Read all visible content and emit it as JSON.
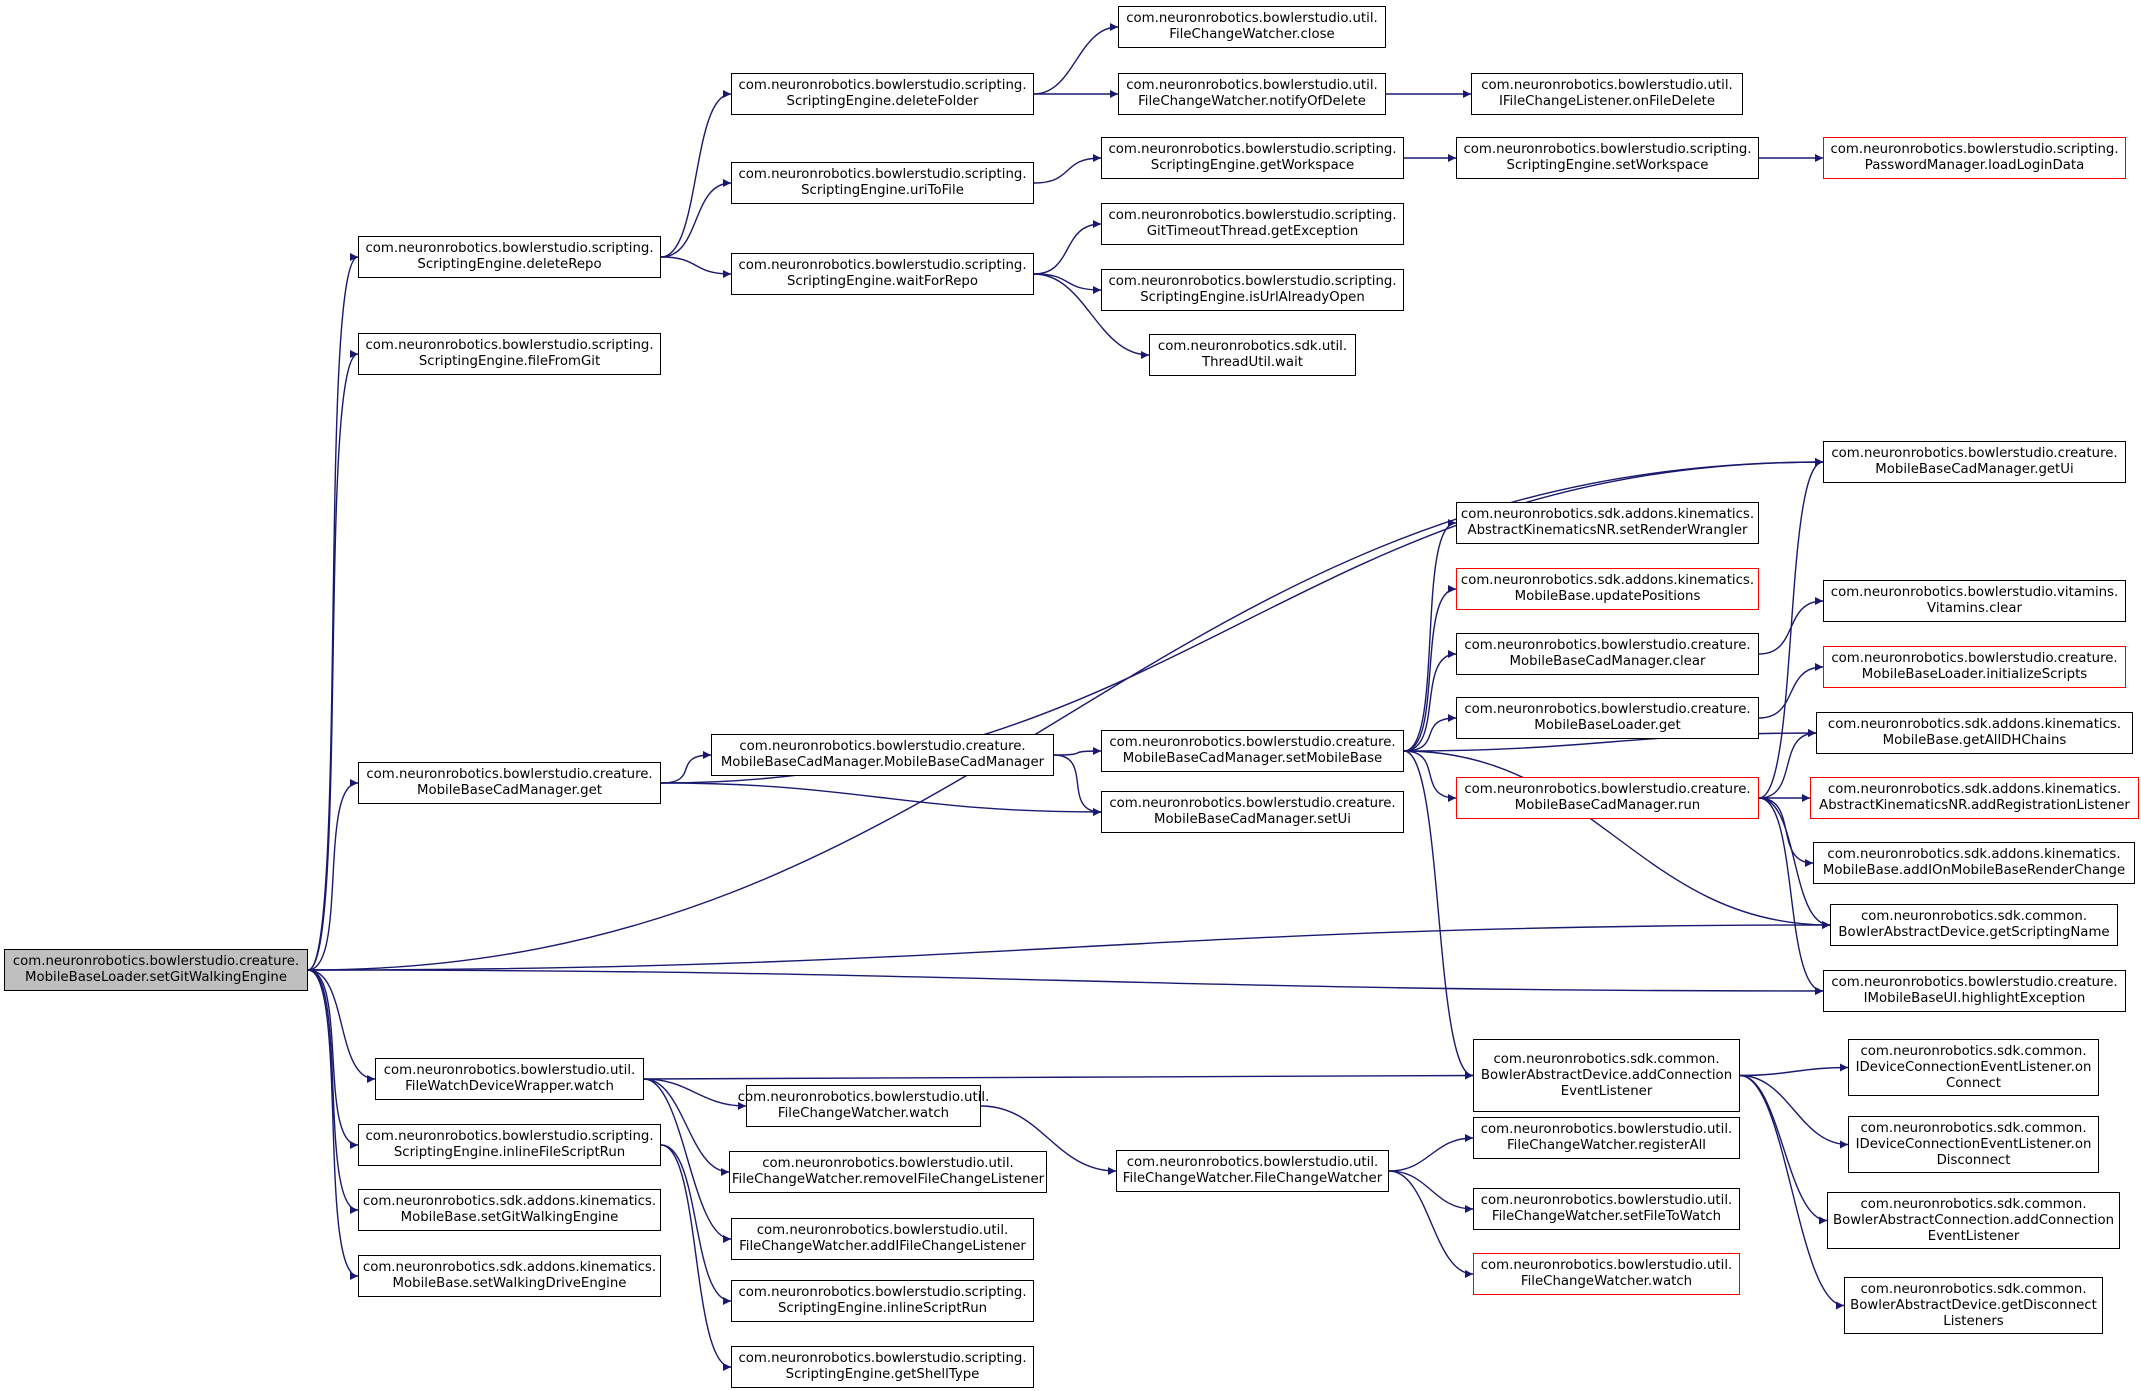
{
  "colors": {
    "edge": "#191970",
    "border": "#000000",
    "truncated_border": "#ff0000",
    "root_fill": "#bfbfbf"
  },
  "nodes": [
    {
      "id": "root",
      "lines": [
        "com.neuronrobotics.bowlerstudio.creature.",
        "MobileBaseLoader.setGitWalkingEngine"
      ],
      "style": "root"
    },
    {
      "id": "deleteRepo",
      "lines": [
        "com.neuronrobotics.bowlerstudio.scripting.",
        "ScriptingEngine.deleteRepo"
      ]
    },
    {
      "id": "fileFromGit",
      "lines": [
        "com.neuronrobotics.bowlerstudio.scripting.",
        "ScriptingEngine.fileFromGit"
      ]
    },
    {
      "id": "cadGet",
      "lines": [
        "com.neuronrobotics.bowlerstudio.creature.",
        "MobileBaseCadManager.get"
      ]
    },
    {
      "id": "fwdWatch",
      "lines": [
        "com.neuronrobotics.bowlerstudio.util.",
        "FileWatchDeviceWrapper.watch"
      ]
    },
    {
      "id": "inlineFile",
      "lines": [
        "com.neuronrobotics.bowlerstudio.scripting.",
        "ScriptingEngine.inlineFileScriptRun"
      ]
    },
    {
      "id": "mbSetGit",
      "lines": [
        "com.neuronrobotics.sdk.addons.kinematics.",
        "MobileBase.setGitWalkingEngine"
      ]
    },
    {
      "id": "mbSetDrive",
      "lines": [
        "com.neuronrobotics.sdk.addons.kinematics.",
        "MobileBase.setWalkingDriveEngine"
      ]
    },
    {
      "id": "deleteFolder",
      "lines": [
        "com.neuronrobotics.bowlerstudio.scripting.",
        "ScriptingEngine.deleteFolder"
      ]
    },
    {
      "id": "uriToFile",
      "lines": [
        "com.neuronrobotics.bowlerstudio.scripting.",
        "ScriptingEngine.uriToFile"
      ]
    },
    {
      "id": "waitForRepo",
      "lines": [
        "com.neuronrobotics.bowlerstudio.scripting.",
        "ScriptingEngine.waitForRepo"
      ]
    },
    {
      "id": "cadCtor",
      "lines": [
        "com.neuronrobotics.bowlerstudio.creature.",
        "MobileBaseCadManager.MobileBaseCadManager"
      ]
    },
    {
      "id": "fcwWatch1",
      "lines": [
        "com.neuronrobotics.bowlerstudio.util.",
        "FileChangeWatcher.watch"
      ]
    },
    {
      "id": "fcwRemove",
      "lines": [
        "com.neuronrobotics.bowlerstudio.util.",
        "FileChangeWatcher.removeIFileChangeListener"
      ]
    },
    {
      "id": "fcwAdd",
      "lines": [
        "com.neuronrobotics.bowlerstudio.util.",
        "FileChangeWatcher.addIFileChangeListener"
      ]
    },
    {
      "id": "inlineScript",
      "lines": [
        "com.neuronrobotics.bowlerstudio.scripting.",
        "ScriptingEngine.inlineScriptRun"
      ]
    },
    {
      "id": "getShellType",
      "lines": [
        "com.neuronrobotics.bowlerstudio.scripting.",
        "ScriptingEngine.getShellType"
      ]
    },
    {
      "id": "fcwClose",
      "lines": [
        "com.neuronrobotics.bowlerstudio.util.",
        "FileChangeWatcher.close"
      ]
    },
    {
      "id": "fcwNotify",
      "lines": [
        "com.neuronrobotics.bowlerstudio.util.",
        "FileChangeWatcher.notifyOfDelete"
      ]
    },
    {
      "id": "getWorkspace",
      "lines": [
        "com.neuronrobotics.bowlerstudio.scripting.",
        "ScriptingEngine.getWorkspace"
      ]
    },
    {
      "id": "gitTimeout",
      "lines": [
        "com.neuronrobotics.bowlerstudio.scripting.",
        "GitTimeoutThread.getException"
      ]
    },
    {
      "id": "isUrlOpen",
      "lines": [
        "com.neuronrobotics.bowlerstudio.scripting.",
        "ScriptingEngine.isUrlAlreadyOpen"
      ]
    },
    {
      "id": "threadWait",
      "lines": [
        "com.neuronrobotics.sdk.util.",
        "ThreadUtil.wait"
      ]
    },
    {
      "id": "setMobileBase",
      "lines": [
        "com.neuronrobotics.bowlerstudio.creature.",
        "MobileBaseCadManager.setMobileBase"
      ]
    },
    {
      "id": "setUi",
      "lines": [
        "com.neuronrobotics.bowlerstudio.creature.",
        "MobileBaseCadManager.setUi"
      ]
    },
    {
      "id": "fcwCtor",
      "lines": [
        "com.neuronrobotics.bowlerstudio.util.",
        "FileChangeWatcher.FileChangeWatcher"
      ]
    },
    {
      "id": "onFileDelete",
      "lines": [
        "com.neuronrobotics.bowlerstudio.util.",
        "IFileChangeListener.onFileDelete"
      ]
    },
    {
      "id": "setWorkspace",
      "lines": [
        "com.neuronrobotics.bowlerstudio.scripting.",
        "ScriptingEngine.setWorkspace"
      ]
    },
    {
      "id": "setRender",
      "lines": [
        "com.neuronrobotics.sdk.addons.kinematics.",
        "AbstractKinematicsNR.setRenderWrangler"
      ]
    },
    {
      "id": "updatePositions",
      "lines": [
        "com.neuronrobotics.sdk.addons.kinematics.",
        "MobileBase.updatePositions"
      ],
      "style": "red"
    },
    {
      "id": "cadClear",
      "lines": [
        "com.neuronrobotics.bowlerstudio.creature.",
        "MobileBaseCadManager.clear"
      ]
    },
    {
      "id": "loaderGet",
      "lines": [
        "com.neuronrobotics.bowlerstudio.creature.",
        "MobileBaseLoader.get"
      ]
    },
    {
      "id": "cadRun",
      "lines": [
        "com.neuronrobotics.bowlerstudio.creature.",
        "MobileBaseCadManager.run"
      ],
      "style": "red"
    },
    {
      "id": "addConn",
      "lines": [
        "com.neuronrobotics.sdk.common.",
        "BowlerAbstractDevice.addConnection",
        "EventListener"
      ]
    },
    {
      "id": "registerAll",
      "lines": [
        "com.neuronrobotics.bowlerstudio.util.",
        "FileChangeWatcher.registerAll"
      ]
    },
    {
      "id": "setFileToWatch",
      "lines": [
        "com.neuronrobotics.bowlerstudio.util.",
        "FileChangeWatcher.setFileToWatch"
      ]
    },
    {
      "id": "fcwWatch2",
      "lines": [
        "com.neuronrobotics.bowlerstudio.util.",
        "FileChangeWatcher.watch"
      ],
      "style": "red"
    },
    {
      "id": "loadLogin",
      "lines": [
        "com.neuronrobotics.bowlerstudio.scripting.",
        "PasswordManager.loadLoginData"
      ],
      "style": "red"
    },
    {
      "id": "getUi",
      "lines": [
        "com.neuronrobotics.bowlerstudio.creature.",
        "MobileBaseCadManager.getUi"
      ]
    },
    {
      "id": "vitaminsClear",
      "lines": [
        "com.neuronrobotics.bowlerstudio.vitamins.",
        "Vitamins.clear"
      ]
    },
    {
      "id": "initScripts",
      "lines": [
        "com.neuronrobotics.bowlerstudio.creature.",
        "MobileBaseLoader.initializeScripts"
      ],
      "style": "red"
    },
    {
      "id": "getAllDH",
      "lines": [
        "com.neuronrobotics.sdk.addons.kinematics.",
        "MobileBase.getAllDHChains"
      ]
    },
    {
      "id": "addRegListener",
      "lines": [
        "com.neuronrobotics.sdk.addons.kinematics.",
        "AbstractKinematicsNR.addRegistrationListener"
      ],
      "style": "red"
    },
    {
      "id": "addOnRender",
      "lines": [
        "com.neuronrobotics.sdk.addons.kinematics.",
        "MobileBase.addIOnMobileBaseRenderChange"
      ]
    },
    {
      "id": "getScriptingName",
      "lines": [
        "com.neuronrobotics.sdk.common.",
        "BowlerAbstractDevice.getScriptingName"
      ]
    },
    {
      "id": "highlightEx",
      "lines": [
        "com.neuronrobotics.bowlerstudio.creature.",
        "IMobileBaseUI.highlightException"
      ]
    },
    {
      "id": "onConnect",
      "lines": [
        "com.neuronrobotics.sdk.common.",
        "IDeviceConnectionEventListener.on",
        "Connect"
      ]
    },
    {
      "id": "onDisconnect",
      "lines": [
        "com.neuronrobotics.sdk.common.",
        "IDeviceConnectionEventListener.on",
        "Disconnect"
      ]
    },
    {
      "id": "connAddListener",
      "lines": [
        "com.neuronrobotics.sdk.common.",
        "BowlerAbstractConnection.addConnection",
        "EventListener"
      ]
    },
    {
      "id": "getDisconnect",
      "lines": [
        "com.neuronrobotics.sdk.common.",
        "BowlerAbstractDevice.getDisconnect",
        "Listeners"
      ]
    }
  ],
  "edges": [
    [
      "root",
      "deleteRepo"
    ],
    [
      "root",
      "fileFromGit"
    ],
    [
      "root",
      "getUi"
    ],
    [
      "root",
      "cadGet"
    ],
    [
      "root",
      "getScriptingName"
    ],
    [
      "root",
      "highlightEx"
    ],
    [
      "root",
      "fwdWatch"
    ],
    [
      "root",
      "inlineFile"
    ],
    [
      "root",
      "mbSetGit"
    ],
    [
      "root",
      "mbSetDrive"
    ],
    [
      "deleteRepo",
      "deleteFolder"
    ],
    [
      "deleteRepo",
      "uriToFile"
    ],
    [
      "deleteRepo",
      "waitForRepo"
    ],
    [
      "deleteFolder",
      "fcwClose"
    ],
    [
      "deleteFolder",
      "fcwNotify"
    ],
    [
      "fcwNotify",
      "onFileDelete"
    ],
    [
      "uriToFile",
      "getWorkspace"
    ],
    [
      "getWorkspace",
      "setWorkspace"
    ],
    [
      "setWorkspace",
      "loadLogin"
    ],
    [
      "waitForRepo",
      "gitTimeout"
    ],
    [
      "waitForRepo",
      "isUrlOpen"
    ],
    [
      "waitForRepo",
      "threadWait"
    ],
    [
      "cadGet",
      "getUi"
    ],
    [
      "cadGet",
      "cadCtor"
    ],
    [
      "cadGet",
      "setUi"
    ],
    [
      "cadCtor",
      "setMobileBase"
    ],
    [
      "cadCtor",
      "setUi"
    ],
    [
      "setMobileBase",
      "setRender"
    ],
    [
      "setMobileBase",
      "updatePositions"
    ],
    [
      "setMobileBase",
      "cadClear"
    ],
    [
      "setMobileBase",
      "loaderGet"
    ],
    [
      "setMobileBase",
      "getAllDH"
    ],
    [
      "setMobileBase",
      "cadRun"
    ],
    [
      "setMobileBase",
      "getScriptingName"
    ],
    [
      "setMobileBase",
      "addConn"
    ],
    [
      "cadClear",
      "vitaminsClear"
    ],
    [
      "loaderGet",
      "initScripts"
    ],
    [
      "cadRun",
      "getUi"
    ],
    [
      "cadRun",
      "getAllDH"
    ],
    [
      "cadRun",
      "addRegListener"
    ],
    [
      "cadRun",
      "addOnRender"
    ],
    [
      "cadRun",
      "getScriptingName"
    ],
    [
      "cadRun",
      "highlightEx"
    ],
    [
      "fwdWatch",
      "addConn"
    ],
    [
      "fwdWatch",
      "fcwWatch1"
    ],
    [
      "fwdWatch",
      "fcwRemove"
    ],
    [
      "fwdWatch",
      "fcwAdd"
    ],
    [
      "fcwWatch1",
      "fcwCtor"
    ],
    [
      "fcwCtor",
      "registerAll"
    ],
    [
      "fcwCtor",
      "setFileToWatch"
    ],
    [
      "fcwCtor",
      "fcwWatch2"
    ],
    [
      "inlineFile",
      "inlineScript"
    ],
    [
      "inlineFile",
      "getShellType"
    ],
    [
      "addConn",
      "onConnect"
    ],
    [
      "addConn",
      "onDisconnect"
    ],
    [
      "addConn",
      "connAddListener"
    ],
    [
      "addConn",
      "getDisconnect"
    ]
  ]
}
